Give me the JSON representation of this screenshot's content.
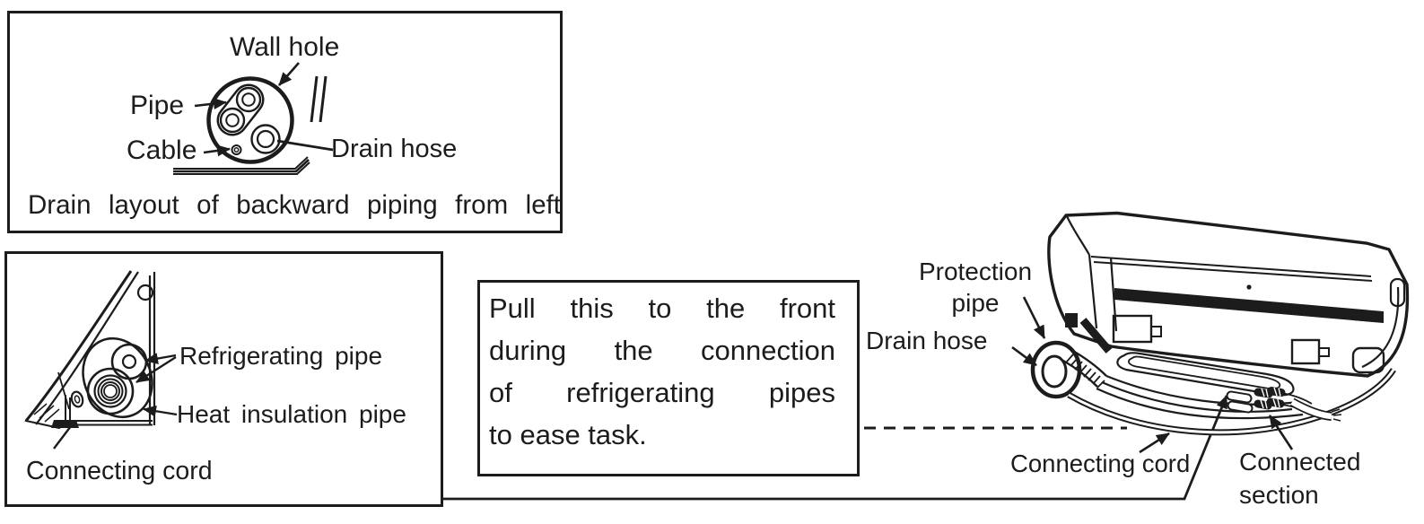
{
  "colors": {
    "ink": "#1c1c1c",
    "paper": "#ffffff"
  },
  "drain_layout_box": {
    "caption": "Drain layout of backward piping from left",
    "labels": {
      "wall_hole": "Wall hole",
      "pipe": "Pipe",
      "cable": "Cable",
      "drain_hose": "Drain hose"
    }
  },
  "cross_section_box": {
    "labels": {
      "refrigerating_pipe": "Refrigerating pipe",
      "heat_insulation_pipe": "Heat insulation pipe",
      "connecting_cord": "Connecting cord"
    }
  },
  "note_box": {
    "lines": [
      "Pull this to the front",
      "during the connection",
      "of refrigerating pipes",
      "to ease task."
    ]
  },
  "unit_labels": {
    "protection_pipe": "Protection\npipe",
    "drain_hose": "Drain hose",
    "connecting_cord": "Connecting cord",
    "connected_section": "Connected\nsection"
  }
}
